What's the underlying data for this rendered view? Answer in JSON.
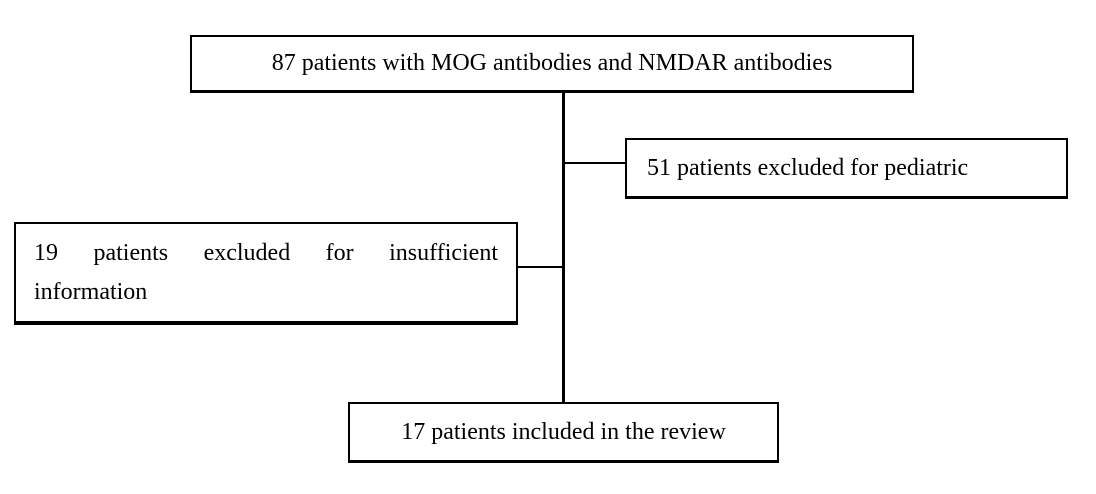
{
  "diagram": {
    "type": "flowchart",
    "orientation": "top-down",
    "background_color": "#ffffff",
    "line_color": "#000000",
    "text_color": "#000000",
    "nodes": [
      {
        "id": "source",
        "label": "87 patients with MOG antibodies and NMDAR antibodies",
        "count": 87,
        "role": "screened"
      },
      {
        "id": "excluded_pediatric",
        "label": "51 patients excluded for pediatric",
        "count": 51,
        "role": "excluded"
      },
      {
        "id": "excluded_information",
        "label": "19 patients excluded for insufficient information",
        "count": 19,
        "role": "excluded"
      },
      {
        "id": "included",
        "label": "17 patients included in the review",
        "count": 17,
        "role": "included"
      }
    ],
    "edges": [
      {
        "from": "source",
        "to": "excluded_pediatric",
        "style": "elbow"
      },
      {
        "from": "source",
        "to": "excluded_information",
        "style": "elbow"
      },
      {
        "from": "source",
        "to": "included",
        "style": "straight"
      }
    ]
  }
}
